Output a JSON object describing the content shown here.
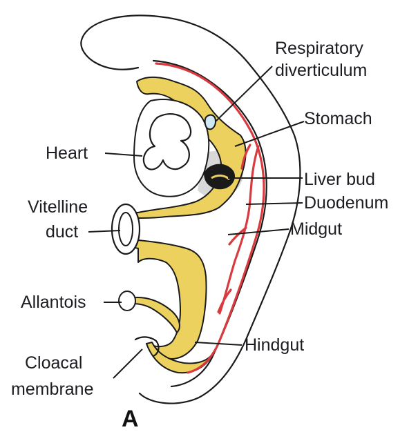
{
  "labels": {
    "respiratory_line1": "Respiratory",
    "respiratory_line2": "diverticulum",
    "stomach": "Stomach",
    "heart": "Heart",
    "liver_bud": "Liver bud",
    "vitelline_line1": "Vitelline",
    "vitelline_line2": "duct",
    "duodenum": "Duodenum",
    "midgut": "Midgut",
    "allantois": "Allantois",
    "hindgut": "Hindgut",
    "cloacal_line1": "Cloacal",
    "cloacal_line2": "membrane",
    "panel_letter": "A"
  },
  "colors": {
    "gut_endoderm": "#ecd15e",
    "blood_vessels": "#d83a40",
    "liver_bud": "#1a1a1a",
    "background": "#ffffff"
  }
}
